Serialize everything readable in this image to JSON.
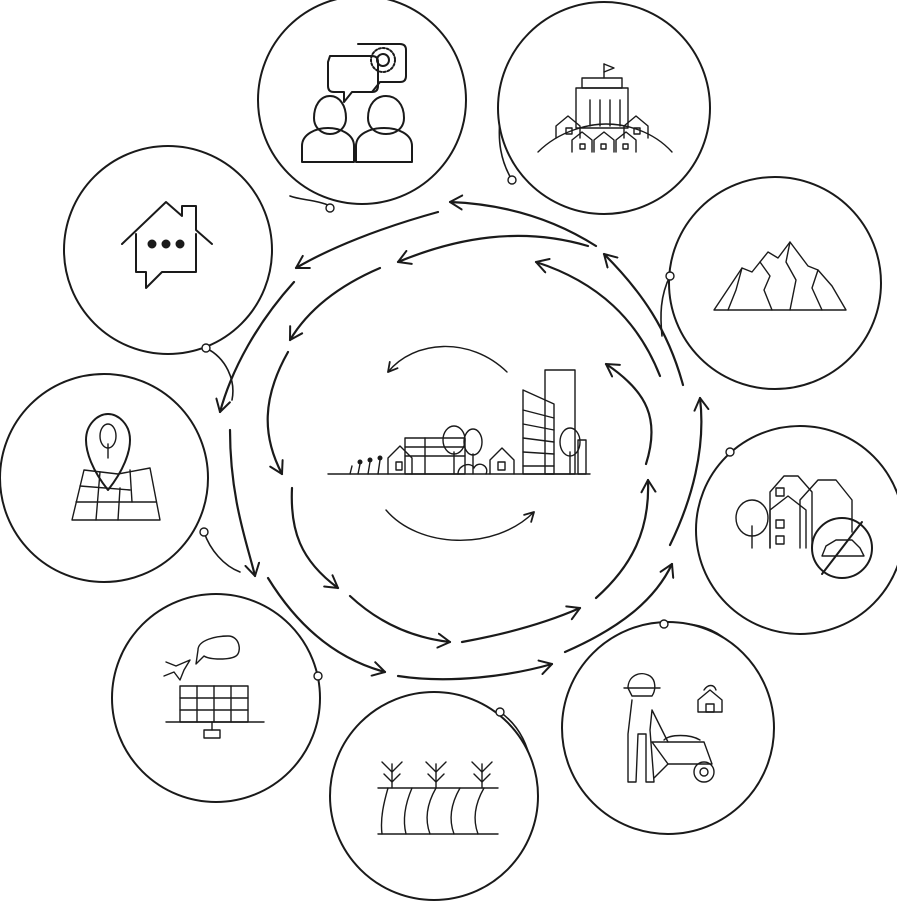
{
  "colors": {
    "ink": "#1a1a1a",
    "background": "#ffffff"
  },
  "nodes": [
    {
      "id": "community-dialogue",
      "icon": "people-speech-icon"
    },
    {
      "id": "civic-building",
      "icon": "city-hall-houses-icon"
    },
    {
      "id": "mountains",
      "icon": "mountains-icon"
    },
    {
      "id": "car-free-housing",
      "icon": "houses-no-car-icon"
    },
    {
      "id": "farmer",
      "icon": "farmer-wheelbarrow-icon"
    },
    {
      "id": "farm-field",
      "icon": "crop-field-icon"
    },
    {
      "id": "solar-nature",
      "icon": "solar-panel-bird-icon"
    },
    {
      "id": "land-map",
      "icon": "map-pin-icon"
    },
    {
      "id": "house-chat",
      "icon": "house-chat-icon"
    }
  ],
  "center": {
    "icon": "city-skyline-icon"
  },
  "flow": {
    "direction": "counterclockwise",
    "rings": 3
  }
}
